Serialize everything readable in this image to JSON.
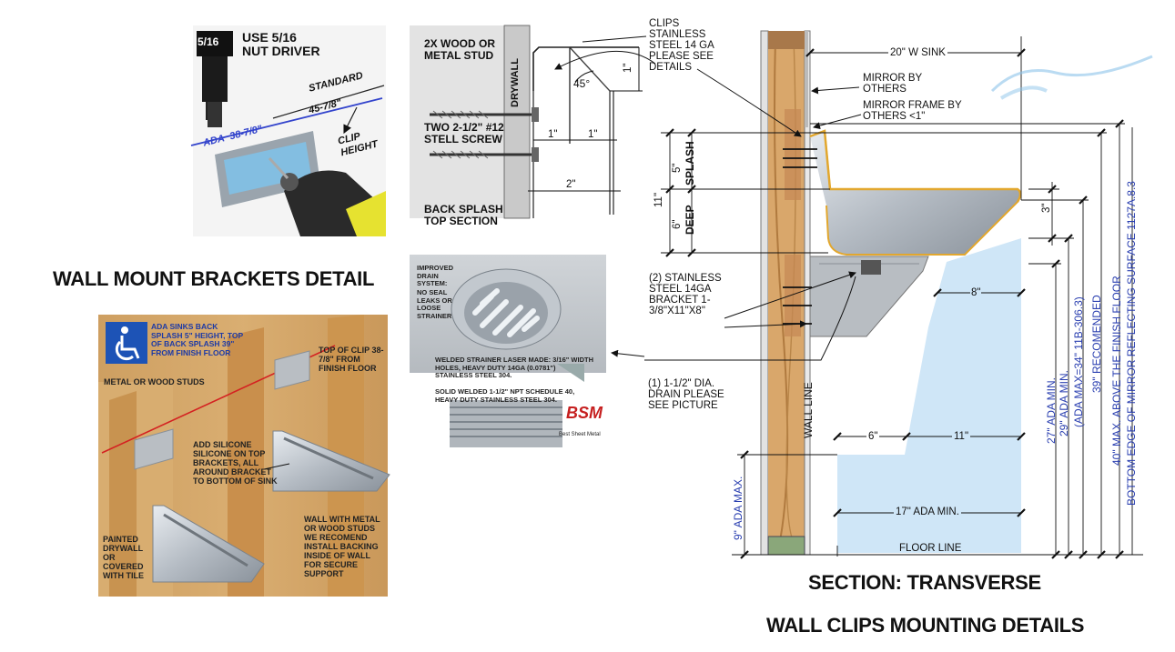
{
  "driver": {
    "size_label": "5/16",
    "title": "USE 5/16\nNUT DRIVER",
    "standard": "STANDARD",
    "standard_val": "45-7/8\"",
    "ada": "ADA",
    "ada_val": "38-7/8\"",
    "clip_height": "CLIP\nHEIGHT"
  },
  "wall_mount_title": "WALL MOUNT BRACKETS DETAIL",
  "install": {
    "ada_note": "ADA SINKS BACK SPLASH 5\" HEIGHT, TOP OF BACK SPLASH 39\" FROM FINISH FLOOR",
    "studs": "METAL OR WOOD STUDS",
    "top_clip": "TOP OF CLIP 38-7/8\" FROM FINISH FLOOR",
    "silicone": "ADD SILICONE SILICONE ON TOP BRACKETS, ALL AROUND BRACKET TO BOTTOM OF SINK",
    "drywall": "PAINTED DRYWALL OR COVERED WITH TILE",
    "wall_note": "WALL WITH METAL OR WOOD STUDS WE RECOMEND INSTALL BACKING INSIDE OF WALL FOR SECURE SUPPORT"
  },
  "splash_section": {
    "stud": "2X WOOD OR METAL STUD",
    "drywall": "DRYWALL",
    "screws": "TWO 2-1/2\" #12 STELL SCREW",
    "angle": "45°",
    "dim_1a": "1\"",
    "dim_1b": "1\"",
    "dim_1c": "1\"",
    "dim_2": "2\"",
    "title": "BACK SPLASH TOP SECTION"
  },
  "drain": {
    "improved": "IMPROVED DRAIN SYSTEM:",
    "no_seal": "NO SEAL LEAKS OR LOOSE STRAINER",
    "welded": "WELDED STRAINER LASER MADE: 3/16\" WIDTH HOLES, HEAVY DUTY 14GA (0.0781\") STAINLESS STEEL 304.",
    "solid": "SOLID WELDED 1-1/2\" NPT SCHEDULE 40, HEAVY DUTY STAINLESS STEEL 304.",
    "logo": "BSM",
    "logo_sub": "Best Sheet Metal"
  },
  "section": {
    "clips": "CLIPS STAINLESS STEEL 14 GA PLEASE SEE DETAILS",
    "sink_width": "20\" W SINK",
    "mirror": "MIRROR BY OTHERS",
    "mirror_frame": "MIRROR FRAME BY OTHERS <1\"",
    "splash": "SPLASH",
    "splash_dim": "5\"",
    "deep": "DEEP",
    "deep_dim": "6\"",
    "total_dim": "11\"",
    "rim_dim": "3\"",
    "bracket": "(2) STAINLESS STEEL 14GA BRACKET 1-3/8\"X11\"X8\"",
    "drain_note": "(1) 1-1/2\" DIA. DRAIN PLEASE SEE PICTURE",
    "dim_8": "8\"",
    "wall_line": "WALL LINE",
    "dim_6": "6\"",
    "dim_11": "11\"",
    "dim_17": "17\" ADA MIN.",
    "floor_line": "FLOOR LINE",
    "ada_max_9": "9\" ADA MAX.",
    "ada_min_27": "27\" ADA MIN.",
    "ada_29": "29\" ADA MIN.",
    "ada_34": "(ADA MAX=34\" 11B-306.3)",
    "rec_39": "39\" RECOMENDED",
    "max_40": "40\" MAX. ABOVE THE FINISH FLOOR",
    "mirror_edge": "BOTTOM EDGE OF MIRROR REFLECTING SURFACE 1127A.8.3"
  },
  "titles": {
    "transverse": "SECTION: TRANSVERSE",
    "clips_mount": "WALL CLIPS MOUNTING DETAILS"
  }
}
